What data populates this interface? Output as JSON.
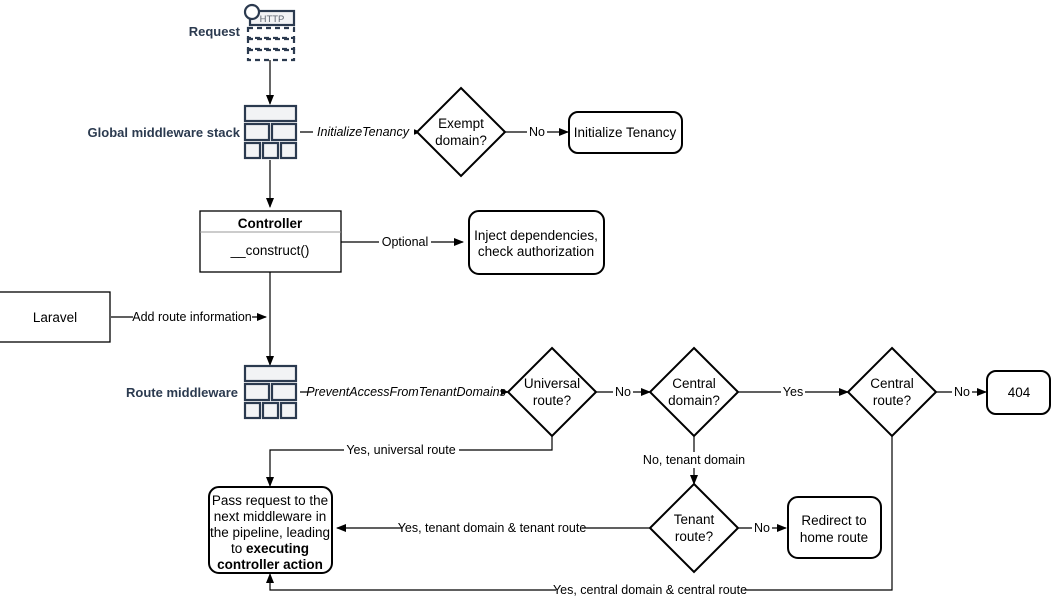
{
  "diagram": {
    "title": "Laravel multi-tenancy request lifecycle flowchart",
    "colors": {
      "stroke": "#000000",
      "icon_navy": "#2b3a4f",
      "icon_fill": "#f2f3f5",
      "background": "#ffffff"
    },
    "side_labels": {
      "request": "Request",
      "global_middleware_stack": "Global middleware stack",
      "route_middleware": "Route middleware"
    },
    "icons": {
      "http_request": {
        "name": "http-request-icon",
        "caption": "HTTP"
      },
      "global_middleware": {
        "name": "middleware-stack-icon"
      },
      "route_middleware": {
        "name": "middleware-stack-icon"
      }
    },
    "nodes": {
      "exempt_domain": {
        "label_line1": "Exempt",
        "label_line2": "domain?",
        "shape": "diamond"
      },
      "initialize_tenancy": {
        "label": "Initialize Tenancy",
        "shape": "rounded-rect"
      },
      "controller": {
        "header": "Controller",
        "body": "__construct()",
        "shape": "class-box"
      },
      "inject_dependencies": {
        "label_line1": "Inject dependencies,",
        "label_line2": "check authorization",
        "shape": "rounded-rect"
      },
      "laravel": {
        "label": "Laravel",
        "shape": "rect"
      },
      "universal_route": {
        "label_line1": "Universal",
        "label_line2": "route?",
        "shape": "diamond"
      },
      "central_domain": {
        "label_line1": "Central",
        "label_line2": "domain?",
        "shape": "diamond"
      },
      "central_route": {
        "label_line1": "Central",
        "label_line2": "route?",
        "shape": "diamond"
      },
      "not_found": {
        "label": "404",
        "shape": "rounded-rect"
      },
      "tenant_route": {
        "label_line1": "Tenant",
        "label_line2": "route?",
        "shape": "diamond"
      },
      "redirect_home": {
        "label_line1": "Redirect to",
        "label_line2": "home route",
        "shape": "rounded-rect"
      },
      "pass_request": {
        "shape": "rounded-rect",
        "line1": "Pass request to the",
        "line2": "next middleware in",
        "line3": "the pipeline, leading",
        "line4_prefix": "to ",
        "line4_bold": "executing",
        "line5_bold": "controller action"
      }
    },
    "edges": {
      "initialize_tenancy_call": "InitializeTenancy",
      "exempt_no": "No",
      "controller_optional": "Optional",
      "laravel_add_route": "Add route information",
      "prevent_access": "PreventAccessFromTenantDomains",
      "universal_no": "No",
      "central_domain_yes": "Yes",
      "central_route_no": "No",
      "yes_universal_route": "Yes, universal route",
      "no_tenant_domain": "No, tenant domain",
      "tenant_route_no": "No",
      "yes_tenant_domain_tenant_route": "Yes, tenant domain & tenant route",
      "yes_central_domain_central_route": "Yes, central domain & central route"
    }
  }
}
